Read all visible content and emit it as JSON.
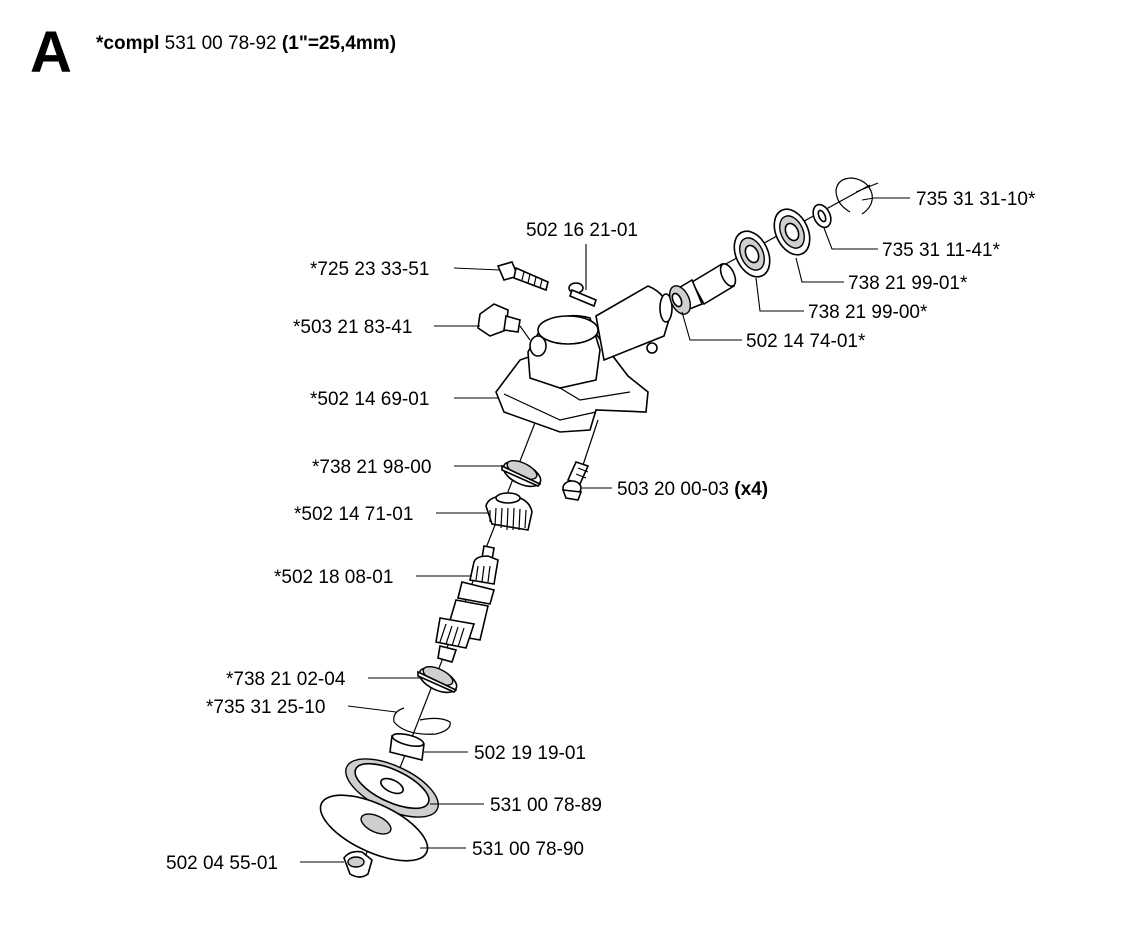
{
  "header": {
    "section": "A",
    "prefix": "*compl",
    "part_no": "531 00 78-92",
    "unit": "(1\"=25,4mm)"
  },
  "labels": {
    "p735_31_31_10": "735 31 31-10*",
    "p735_31_11_41": "735 31 11-41*",
    "p738_21_99_01": "738 21 99-01*",
    "p738_21_99_00": "738 21 99-00*",
    "p502_14_74_01": "502 14 74-01*",
    "p502_16_21_01": "502 16 21-01",
    "p725_23_33_51": "*725 23 33-51",
    "p503_21_83_41": "*503 21 83-41",
    "p502_14_69_01": "*502 14 69-01",
    "p738_21_98_00": "*738 21 98-00",
    "p503_20_00_03": "503 20 00-03",
    "p503_20_00_03_qty": "(x4)",
    "p502_14_71_01": "*502 14 71-01",
    "p502_18_08_01": "*502 18 08-01",
    "p738_21_02_04": "*738 21 02-04",
    "p735_31_25_10": "*735 31 25-10",
    "p502_19_19_01": "502 19 19-01",
    "p531_00_78_89": "531 00 78-89",
    "p531_00_78_90": "531 00 78-90",
    "p502_04_55_01": "502 04 55-01"
  }
}
